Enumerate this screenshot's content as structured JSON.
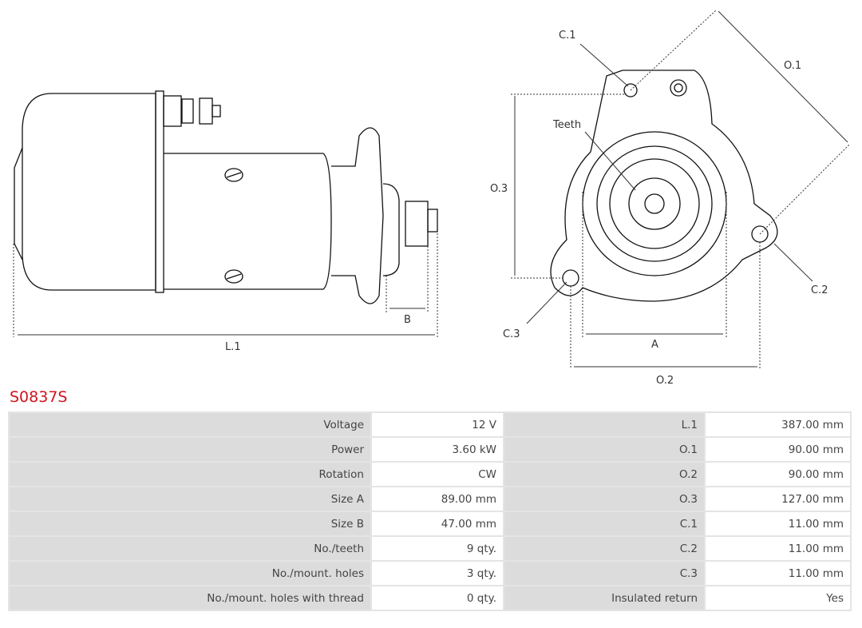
{
  "product_code": "S0837S",
  "drawing_labels": {
    "l1": "L.1",
    "b": "B",
    "c1": "C.1",
    "c2": "C.2",
    "c3": "C.3",
    "o1": "O.1",
    "o2": "O.2",
    "o3": "O.3",
    "a": "A",
    "teeth": "Teeth"
  },
  "specs": [
    {
      "label": "Voltage",
      "value": "12 V",
      "label2": "L.1",
      "value2": "387.00 mm"
    },
    {
      "label": "Power",
      "value": "3.60 kW",
      "label2": "O.1",
      "value2": "90.00 mm"
    },
    {
      "label": "Rotation",
      "value": "CW",
      "label2": "O.2",
      "value2": "90.00 mm"
    },
    {
      "label": "Size A",
      "value": "89.00 mm",
      "label2": "O.3",
      "value2": "127.00 mm"
    },
    {
      "label": "Size B",
      "value": "47.00 mm",
      "label2": "C.1",
      "value2": "11.00 mm"
    },
    {
      "label": "No./teeth",
      "value": "9 qty.",
      "label2": "C.2",
      "value2": "11.00 mm"
    },
    {
      "label": "No./mount. holes",
      "value": "3 qty.",
      "label2": "C.3",
      "value2": "11.00 mm"
    },
    {
      "label": "No./mount. holes with thread",
      "value": "0 qty.",
      "label2": "Insulated return",
      "value2": "Yes"
    }
  ]
}
